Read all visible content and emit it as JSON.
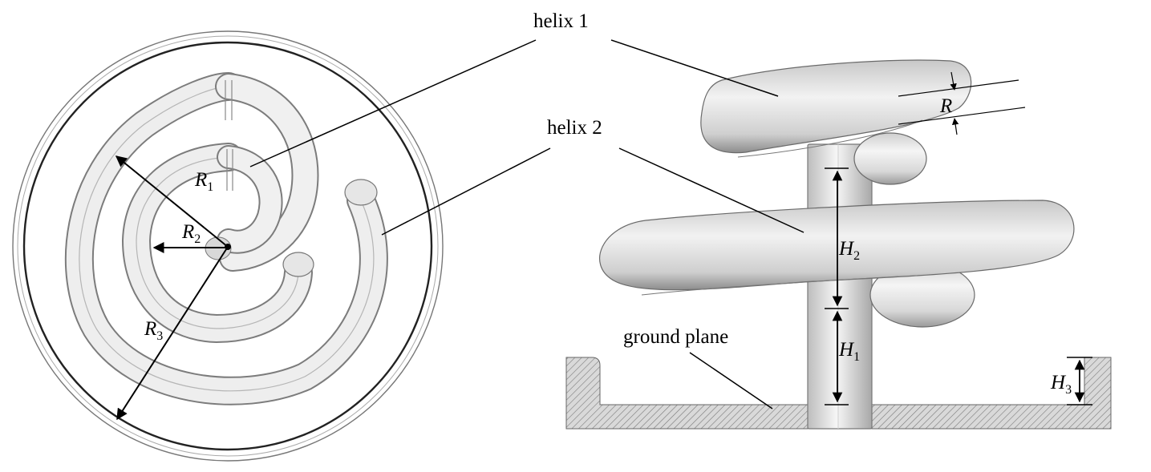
{
  "callouts": {
    "helix1": "helix 1",
    "helix2": "helix 2",
    "ground_plane": "ground plane"
  },
  "dimensions": {
    "R": "R",
    "R1": {
      "main": "R",
      "sub": "1"
    },
    "R2": {
      "main": "R",
      "sub": "2"
    },
    "R3": {
      "main": "R",
      "sub": "3"
    },
    "H1": {
      "main": "H",
      "sub": "1"
    },
    "H2": {
      "main": "H",
      "sub": "2"
    },
    "H3": {
      "main": "H",
      "sub": "3"
    }
  },
  "colors": {
    "tube_light": "#f4f4f4",
    "tube_mid": "#d2d2d2",
    "tube_dark": "#8e8e8e",
    "outline": "#6a6a6a",
    "hatch": "#7a7a7a"
  }
}
